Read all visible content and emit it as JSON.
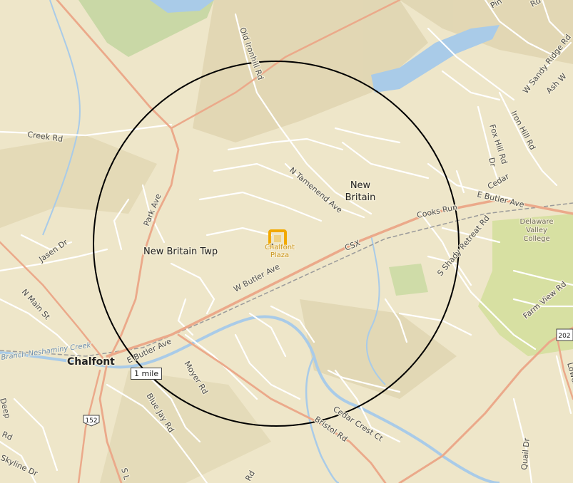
{
  "map": {
    "places": {
      "new_britain_line1": "New",
      "new_britain_line2": "Britain",
      "new_britain_twp": "New Britain Twp",
      "chalfont": "Chalfont",
      "plaza_line1": "Chalfont",
      "plaza_line2": "Plaza",
      "delaware_line1": "Delaware",
      "delaware_line2": "Valley",
      "delaware_line3": "College"
    },
    "roads": {
      "creek_rd": "Creek Rd",
      "old_ironhill_rd": "Old Ironhill Rd",
      "park_ave": "Park Ave",
      "jasen_dr": "Jasen Dr",
      "n_main_st": "N Main St",
      "n_tamenend_ave": "N Tamenend Ave",
      "e_butler_ave_east": "E Butler Ave",
      "w_butler_ave": "W Butler Ave",
      "e_butler_ave_west": "E Butler Ave",
      "csx": "CSX",
      "cooks_run": "Cooks Run",
      "s_shady_retreat_rd": "S Shady Retreat Rd",
      "farm_view_rd": "Farm View Rd",
      "fox_hill_rd": "Fox Hill Rd",
      "iron_hill_rd": "Iron Hill Rd",
      "w_sandy_ridge_rd": "W Sandy Ridge Rd",
      "ash": "Ash W",
      "cedar": "Cedar",
      "wr_dr": "Dr",
      "moyer_rd": "Moyer Rd",
      "blue_jay_rd": "Blue Jay Rd",
      "bristol_rd": "Bristol Rd",
      "cedar_crest_ct": "Cedar Crest Ct",
      "quail_dr": "Quail Dr",
      "lower_state": "Lower St",
      "s_l": "S L",
      "skyline_dr": "Skyline Dr",
      "deep": "Deep",
      "pine": "Pin",
      "rd_top": "Rd",
      "rd_bottom": "Rd",
      "eb_rd": "Rd"
    },
    "water": {
      "neshaminy_creek": "Branch Neshaminy Creek"
    },
    "shields": {
      "route_152": "152",
      "route_202": "202"
    },
    "scale_label": "1 mile",
    "colors": {
      "land": "#eee6c9",
      "park": "#c9d8a6",
      "water": "#a9cbe8",
      "major_road": "#eba98a",
      "minor_road": "#ffffff",
      "buffer_ring": "#000000",
      "marker": "#f2a900"
    }
  }
}
